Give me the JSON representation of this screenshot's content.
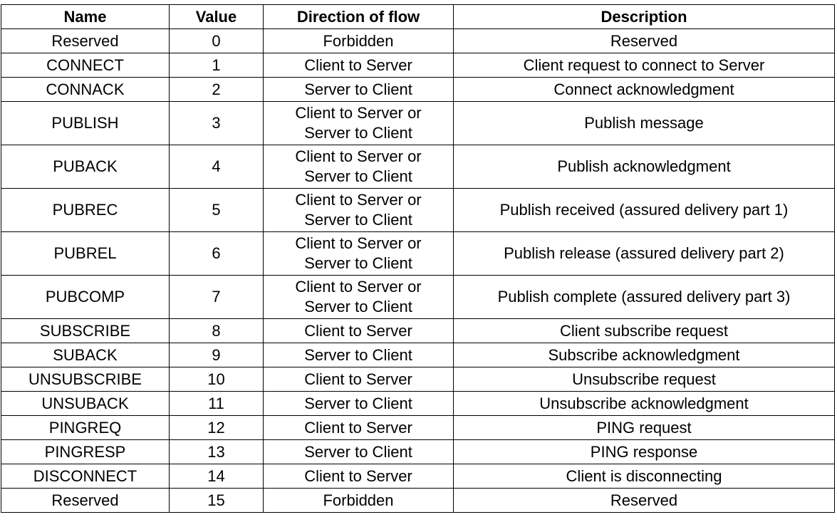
{
  "table": {
    "headers": [
      "Name",
      "Value",
      "Direction of flow",
      "Description"
    ],
    "rows": [
      {
        "name": "Reserved",
        "value": "0",
        "direction": "Forbidden",
        "description": "Reserved"
      },
      {
        "name": "CONNECT",
        "value": "1",
        "direction": "Client to Server",
        "description": "Client request to connect to Server"
      },
      {
        "name": "CONNACK",
        "value": "2",
        "direction": "Server to Client",
        "description": "Connect acknowledgment"
      },
      {
        "name": "PUBLISH",
        "value": "3",
        "direction": "Client to Server or\nServer to Client",
        "description": "Publish message"
      },
      {
        "name": "PUBACK",
        "value": "4",
        "direction": "Client to Server or\nServer to Client",
        "description": "Publish acknowledgment"
      },
      {
        "name": "PUBREC",
        "value": "5",
        "direction": "Client to Server or\nServer to Client",
        "description": "Publish received (assured delivery part 1)"
      },
      {
        "name": "PUBREL",
        "value": "6",
        "direction": "Client to Server or\nServer to Client",
        "description": "Publish release (assured delivery part 2)"
      },
      {
        "name": "PUBCOMP",
        "value": "7",
        "direction": "Client to Server or\nServer to Client",
        "description": "Publish complete (assured delivery part 3)"
      },
      {
        "name": "SUBSCRIBE",
        "value": "8",
        "direction": "Client to Server",
        "description": "Client subscribe request"
      },
      {
        "name": "SUBACK",
        "value": "9",
        "direction": "Server to Client",
        "description": "Subscribe acknowledgment"
      },
      {
        "name": "UNSUBSCRIBE",
        "value": "10",
        "direction": "Client to Server",
        "description": "Unsubscribe request"
      },
      {
        "name": "UNSUBACK",
        "value": "11",
        "direction": "Server to Client",
        "description": "Unsubscribe acknowledgment"
      },
      {
        "name": "PINGREQ",
        "value": "12",
        "direction": "Client to Server",
        "description": "PING request"
      },
      {
        "name": "PINGRESP",
        "value": "13",
        "direction": "Server to Client",
        "description": "PING response"
      },
      {
        "name": "DISCONNECT",
        "value": "14",
        "direction": "Client to Server",
        "description": "Client is disconnecting"
      },
      {
        "name": "Reserved",
        "value": "15",
        "direction": "Forbidden",
        "description": "Reserved"
      }
    ]
  }
}
